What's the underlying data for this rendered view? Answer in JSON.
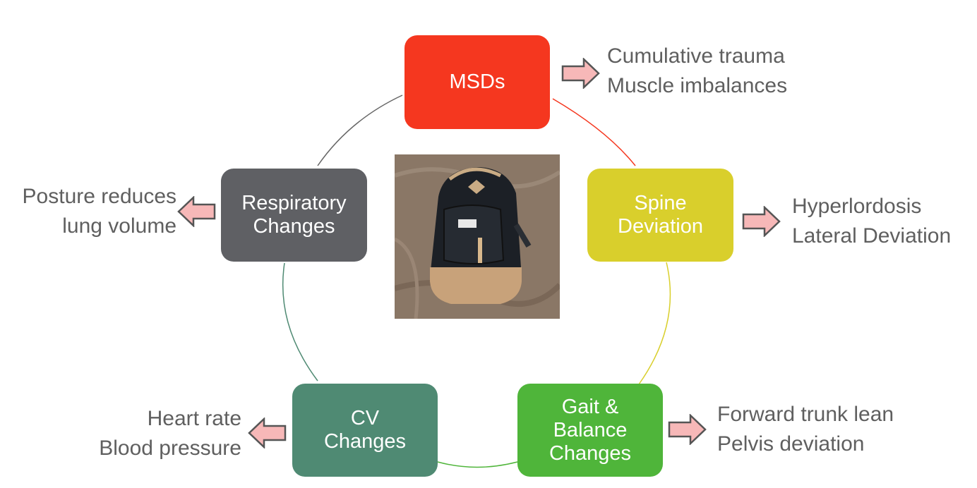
{
  "colors": {
    "msds": "#f5371f",
    "spine": "#d9cf2c",
    "gait": "#4fb53a",
    "cv": "#4f8a73",
    "respiratory": "#5f6064",
    "arrow_fill": "#f7b8b8",
    "arrow_stroke": "#555555",
    "side_text": "#5f5f5f"
  },
  "nodes": {
    "msds": {
      "label": "MSDs"
    },
    "spine": {
      "label": "Spine\nDeviation"
    },
    "gait": {
      "label": "Gait &\nBalance\nChanges"
    },
    "cv": {
      "label": "CV\nChanges"
    },
    "respiratory": {
      "label": "Respiratory\nChanges"
    }
  },
  "effects": {
    "msds": "Cumulative trauma\nMuscle imbalances",
    "spine": "Hyperlordosis\nLateral Deviation",
    "gait": "Forward trunk lean\nPelvis deviation",
    "cv": "Heart rate\nBlood pressure",
    "respiratory": "Posture reduces\nlung volume"
  },
  "center_image": {
    "icon": "backpack-photo"
  }
}
